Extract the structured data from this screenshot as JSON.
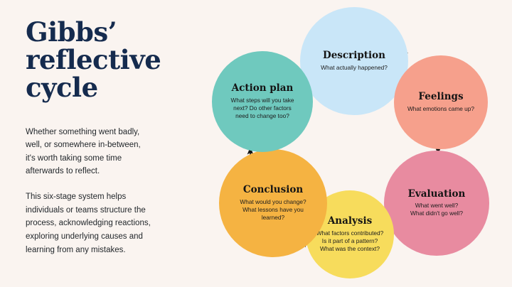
{
  "background_color": "#FAF4F0",
  "heading": {
    "title": "Gibbs’\nreflective\ncycle",
    "color": "#152B4E"
  },
  "intro": {
    "paragraph_1": "Whether something went badly,\nwell, or somewhere in-between,\nit's worth taking some time\nafterwards to reflect.",
    "paragraph_2": "This six-stage system helps\nindividuals or teams structure the\nprocess, acknowledging reactions,\nexploring underlying causes and\nlearning from any mistakes."
  },
  "cycle": {
    "stages": [
      {
        "id": "description",
        "title": "Description",
        "description": "What actually happened?",
        "color": "#C9E6F8"
      },
      {
        "id": "feelings",
        "title": "Feelings",
        "description": "What emotions came up?",
        "color": "#F6A08C"
      },
      {
        "id": "evaluation",
        "title": "Evaluation",
        "description": "What went well?\nWhat didn't go well?",
        "color": "#E88BA0"
      },
      {
        "id": "analysis",
        "title": "Analysis",
        "description": "What factors contributed?\nIs it part of a pattern?\nWhat was the context?",
        "color": "#F7DC5C"
      },
      {
        "id": "conclusion",
        "title": "Conclusion",
        "description": "What would you change?\nWhat lessons have you\nlearned?",
        "color": "#F5B342"
      },
      {
        "id": "action-plan",
        "title": "Action plan",
        "description": "What steps will you take\nnext? Do other factors\nneed to change too?",
        "color": "#6FC9BE"
      }
    ],
    "arrow_color": "#121212",
    "flow": "clockwise"
  }
}
